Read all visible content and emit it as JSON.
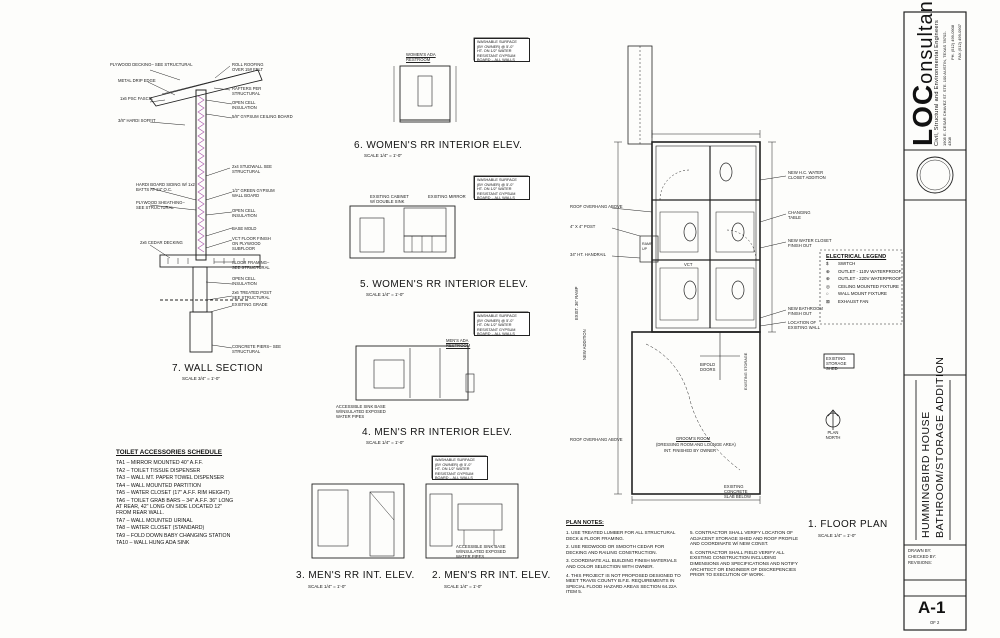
{
  "firm": {
    "name_bold": "LOC",
    "name_rest": "onsultants",
    "tagline": "Civil, Structural and Environmental Engineers",
    "address": "1905 E. CESAR CHAVEZ ST. STE. 100 AUSTIN, TEXAS 78702-4308",
    "phone": "PH. (512) 499-0908",
    "fax": "FAX (512) 499-0907"
  },
  "project": {
    "line1": "HUMMINGBIRD HOUSE",
    "line2": "BATHROOM/STORAGE ADDITION"
  },
  "titleblock": {
    "drawn_by": "DRAWN BY:",
    "checked_by": "CHECKED BY:",
    "revisions": "REVISIONS:",
    "sheet": "A-1",
    "of": "OF 2"
  },
  "views": {
    "v1": {
      "title": "1. FLOOR PLAN",
      "scale": "SCALE 1/4\" = 1'-0\""
    },
    "v2": {
      "title": "2. MEN'S RR INT. ELEV.",
      "scale": "SCALE 1/4\" = 1'-0\""
    },
    "v3": {
      "title": "3. MEN'S RR INT. ELEV.",
      "scale": "SCALE 1/4\" = 1'-0\""
    },
    "v4": {
      "title": "4. MEN'S RR INTERIOR ELEV.",
      "scale": "SCALE 1/4\" = 1'-0\""
    },
    "v5": {
      "title": "5. WOMEN'S RR INTERIOR ELEV.",
      "scale": "SCALE 1/4\" = 1'-0\""
    },
    "v6": {
      "title": "6. WOMEN'S RR INTERIOR ELEV.",
      "scale": "SCALE 1/4\" = 1'-0\""
    },
    "v7": {
      "title": "7. WALL SECTION",
      "scale": "SCALE 3/4\" = 1'-0\""
    }
  },
  "wall_section_notes": {
    "left": [
      "PLYWOOD DECKING– SEE STRUCTURAL",
      "METAL DRIP EDGE",
      "1x6 PSC FASCIA",
      "3/8\" HARDI SOFFIT",
      "HARDI BOARD SIDING W/ 1x2 BATTS AT 24\" O.C.",
      "PLYWOOD SHEATHING– SEE STRUCTURAL",
      "2x6 CEDAR DECKING"
    ],
    "right": [
      "ROLL ROOFING OVER 15# FELT",
      "RAFTERS PER STRUCTURAL",
      "OPEN CELL INSULATION",
      "5/8\" GYPSUM CEILING BOARD",
      "2x4 STUDWALL SEE STRUCTURAL",
      "1/2\" GREEN GYPSUM WALL BOARD",
      "OPEN CELL INSULATION",
      "BASE MOLD",
      "VCT FLOOR FINISH ON PLYWOOD SUBFLOOR",
      "FLOOR FRAMING– SEE STRUCTURAL",
      "OPEN CELL INSULATION",
      "2x6 TREATED POST SEE STRUCTURAL",
      "EXISTING GRADE",
      "CONCRETE PIERS– SEE STRUCTURAL"
    ]
  },
  "finish_note": "WASHABLE SURFACE\n(BY OWNER) @ 5'-0\"\nHT. ON 1/2\" WATER\nRESISTANT GYPSUM\nBOARD – ALL WALLS",
  "elev_notes": {
    "womens_ada": "WOMEN'S ADA RESTROOM",
    "mens_ada": "MEN'S ADA RESTROOM",
    "existing_cabinet": "EXISTING CABINET W/ DOUBLE SINK",
    "existing_mirror": "EXISTING MIRROR",
    "accessible_sink": "ACCESSIBLE SINK BASE W/INSULATED EXPOSED WATER PIPES"
  },
  "accessories": {
    "title": "TOILET ACCESSORIES SCHEDULE",
    "items": [
      "TA1 – MIRROR MOUNTED 40\" A.F.F.",
      "TA2 – TOILET TISSUE DISPENSER",
      "TA3 – WALL MT. PAPER TOWEL DISPENSER",
      "TA4 – WALL MOUNTED PARTITION",
      "TA5 – WATER CLOSET (17\" A.F.F. RIM HEIGHT)",
      "TA6 – TOILET GRAB BARS – 34\" A.F.F. 36\" LONG",
      "         AT REAR, 42\" LONG ON SIDE LOCATED 12\"",
      "         FROM REAR WALL.",
      "TA7 – WALL MOUNTED URINAL",
      "TA8 – WATER CLOSET (STANDARD)",
      "TA9 – FOLD DOWN BABY CHANGING STATION",
      "TA10 – WALL HUNG ADA SINK"
    ]
  },
  "plan_notes": {
    "title": "PLAN NOTES:",
    "items": [
      "1.  USE TREATED LUMBER FOR ALL STRUCTURAL DECK & FLOOR FRAMING.",
      "2.  USE REDWOOD OR SMOOTH CEDAR FOR DECKING AND RAILING CONSTRUCTION.",
      "3.  COORDINATE ALL BUILDING FINISH MATERIALS AND COLOR SELECTION WITH OWNER.",
      "4.  THIS PROJECT IS NOT PROPOSED DESIGNED TO MEET TRAVIS COUNTY B.F.E. REQUIREMENTS IN SPECIAL FLOOD HAZARD AREAS SECTION 64.22A ITEM 5.",
      "5.  CONTRACTOR SHALL VERIFY LOCATION OF ADJACENT STORAGE SHED AND ROOF PROFILE AND COORDINATE W/ NEW CONST.",
      "6.  CONTRACTOR SHALL FIELD VERIFY ALL EXISTING CONSTRUCTION INCLUDING DIMENSIONS AND SPECIFICATIONS AND NOTIFY ARCHITECT OR ENGINEER OF DISCREPENCIES PRIOR TO EXECUTION OF WORK."
    ]
  },
  "legend": {
    "title": "ELECTRICAL LEGEND",
    "items": [
      {
        "sym": "$",
        "label": "SWITCH"
      },
      {
        "sym": "⊕",
        "label": "OUTLET - 110V WATERPROOF"
      },
      {
        "sym": "⊕",
        "label": "OUTLET - 220V WATERPROOF"
      },
      {
        "sym": "◎",
        "label": "CEILING MOUNTED FIXTURE"
      },
      {
        "sym": "○",
        "label": "WALL MOUNT FIXTURE"
      },
      {
        "sym": "⊠",
        "label": "EXHAUST FAN"
      }
    ]
  },
  "plan_labels": {
    "roof_overhang_above": "ROOF OVERHANG ABOVE",
    "post": "4\" X 4\" POST",
    "handrail": "34\" HT. HANDRAIL",
    "ramp": "EXIST. 36\" RAMP",
    "new_addition": "NEW ADDITION",
    "ramp_up": "RAMP UP",
    "wh_closet": "NEW H.C. WATER CLOSET ADDITION",
    "changing_table": "CHANGING TABLE",
    "wc_finish": "NEW WATER CLOSET FINISH OUT",
    "new_bathroom": "NEW BATHROOM FINISH OUT",
    "existing_wall": "LOCATION OF EXISTING WALL",
    "bifold": "BIFOLD DOORS",
    "storage": "EXISTING STORAGE SHED",
    "existing_storage": "EXISTING STORAGE",
    "groom_room": "GROOM'S ROOM",
    "groom_sub": "(DRESSING ROOM AND LOUNGE AREA)",
    "groom_note": "INT. FINISHED BY OWNER",
    "existing_concrete": "EXISTING CONCRETE SLAB BELOW",
    "plan_north": "PLAN NORTH",
    "vct": "VCT"
  }
}
